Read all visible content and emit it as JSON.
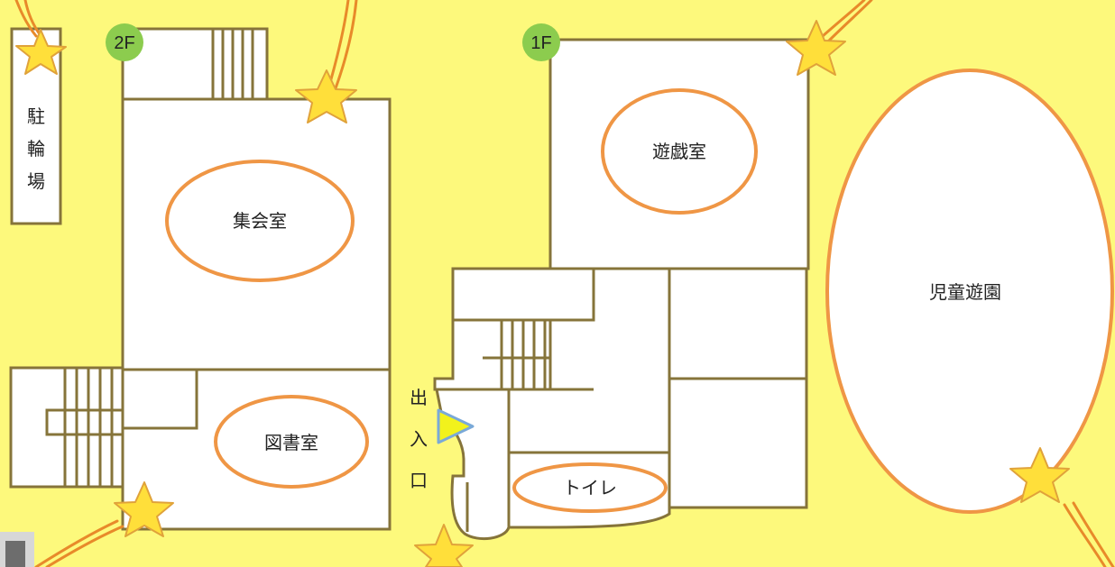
{
  "floors": {
    "left_badge": "2F",
    "right_badge": "1F"
  },
  "rooms": {
    "bicycle_parking": [
      "駐",
      "輪",
      "場"
    ],
    "assembly_room": "集会室",
    "library": "図書室",
    "play_room": "遊戯室",
    "toilet": "トイレ",
    "playground": "児童遊園"
  },
  "entrance": [
    "出",
    "入",
    "口"
  ],
  "colors": {
    "background": "#fdf97c",
    "wall": "#86743a",
    "room_oval": "#ef9645",
    "badge": "#8ccc4e",
    "star": "#ffdf3a",
    "entrance_arrow": "#f2f21c"
  },
  "icons": [
    "star-icon",
    "entrance-arrow-icon"
  ]
}
